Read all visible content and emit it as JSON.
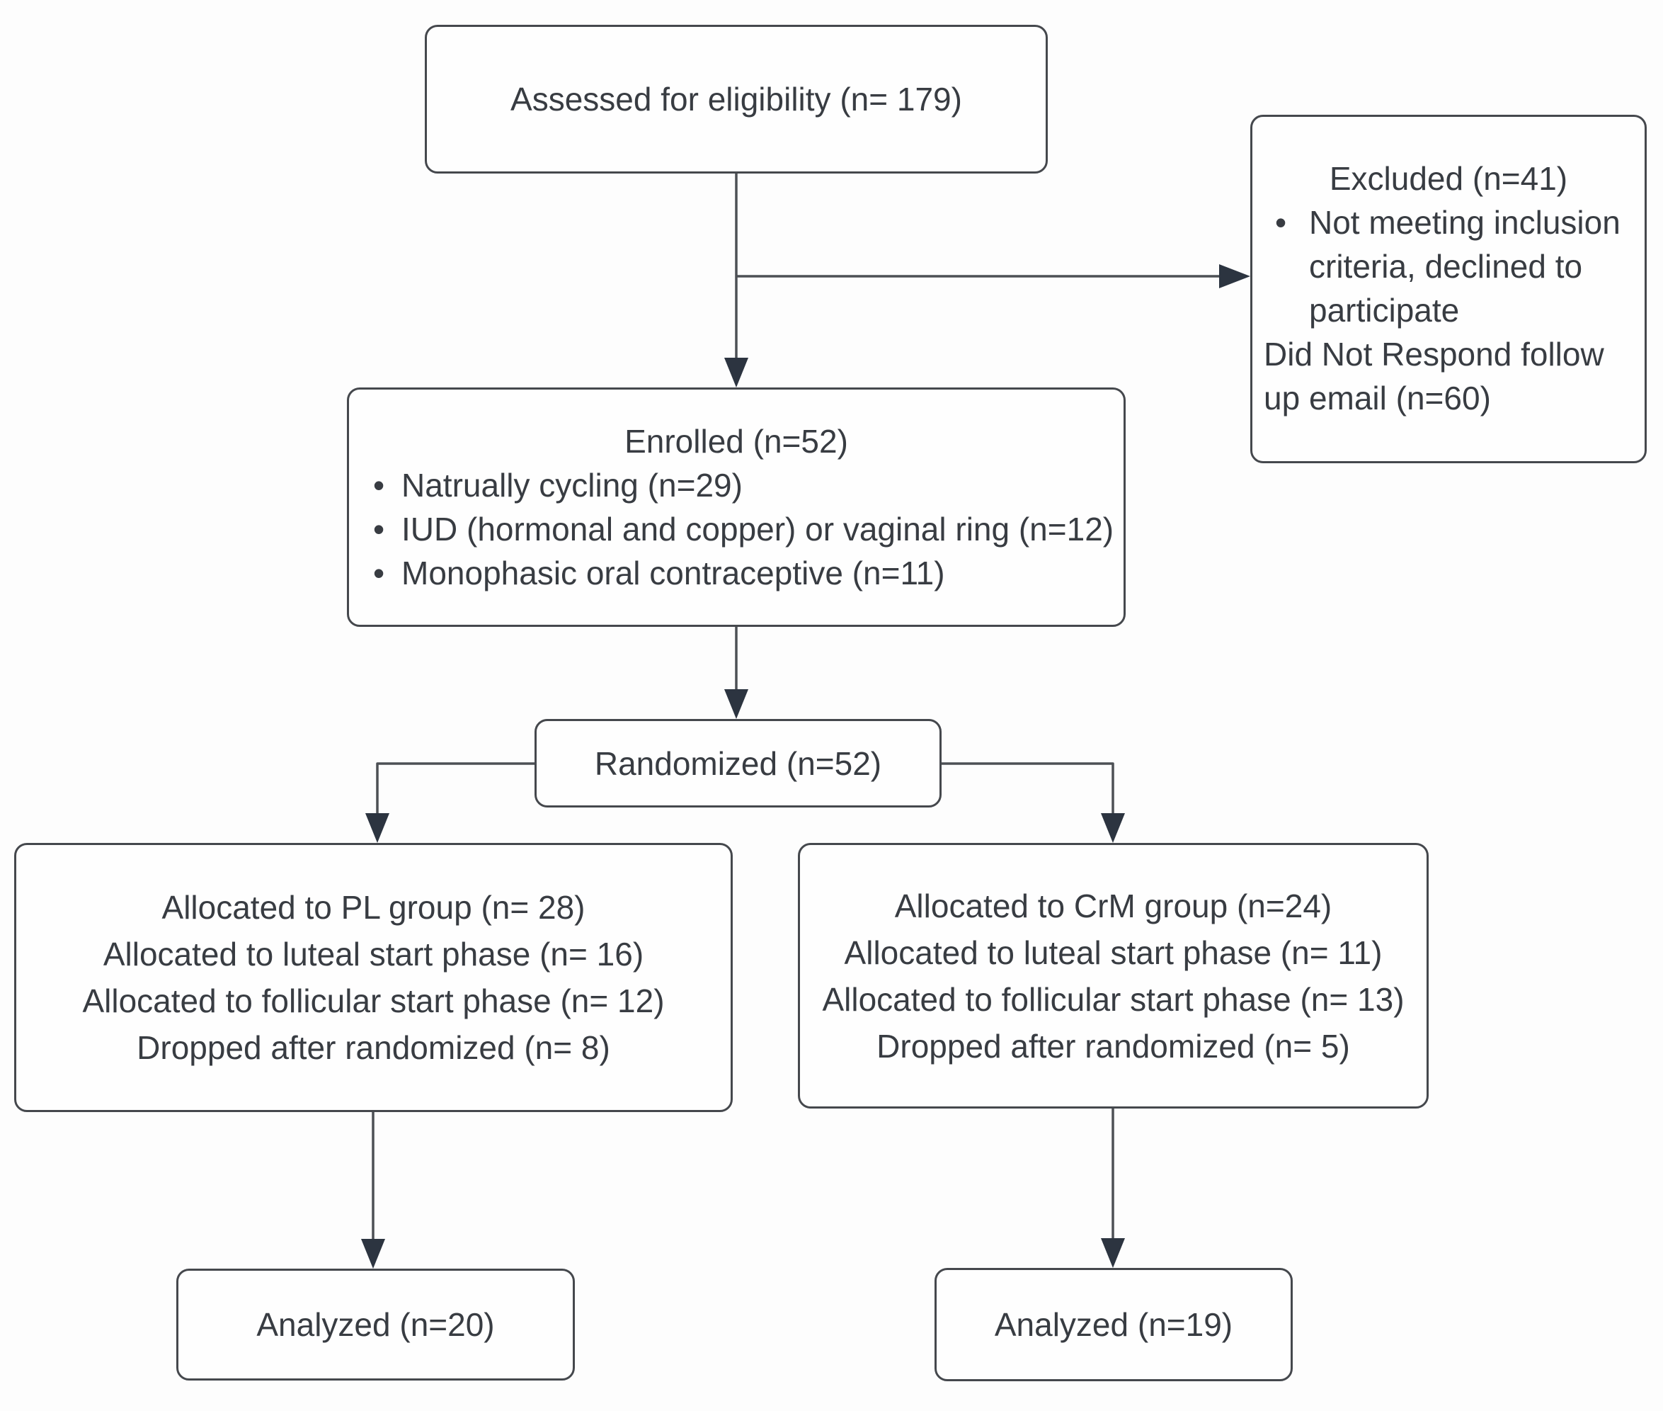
{
  "colors": {
    "background": "#fdfdfd",
    "box_fill": "#fefefe",
    "box_border": "#45484d",
    "line": "#4d5055",
    "arrow": "#2c3440",
    "text": "#383c42"
  },
  "icons": {
    "bullet": "•"
  },
  "boxes": {
    "assessed": {
      "text": "Assessed for eligibility (n= 179)"
    },
    "excluded": {
      "title": "Excluded (n=41)",
      "bullet_lines": [
        "Not meeting inclusion",
        "criteria, declined to",
        "participate"
      ],
      "note_lines": [
        "Did Not Respond follow",
        "up email (n=60)"
      ]
    },
    "enrolled": {
      "title": "Enrolled (n=52)",
      "bullets": [
        "Natrually cycling (n=29)",
        "IUD (hormonal and copper) or vaginal ring (n=12)",
        "Monophasic oral contraceptive (n=11)"
      ]
    },
    "randomized": {
      "text": "Randomized (n=52)"
    },
    "alloc_pl": {
      "lines": [
        "Allocated to PL group (n= 28)",
        "Allocated to luteal start phase (n= 16)",
        "Allocated to follicular start phase (n= 12)",
        "Dropped after randomized (n= 8)"
      ]
    },
    "alloc_crm": {
      "lines": [
        "Allocated to CrM group (n=24)",
        "Allocated to luteal start phase (n= 11)",
        "Allocated to follicular start phase (n= 13)",
        "Dropped after randomized (n= 5)"
      ]
    },
    "analyzed_pl": {
      "text": "Analyzed (n=20)"
    },
    "analyzed_crm": {
      "text": "Analyzed (n=19)"
    }
  }
}
